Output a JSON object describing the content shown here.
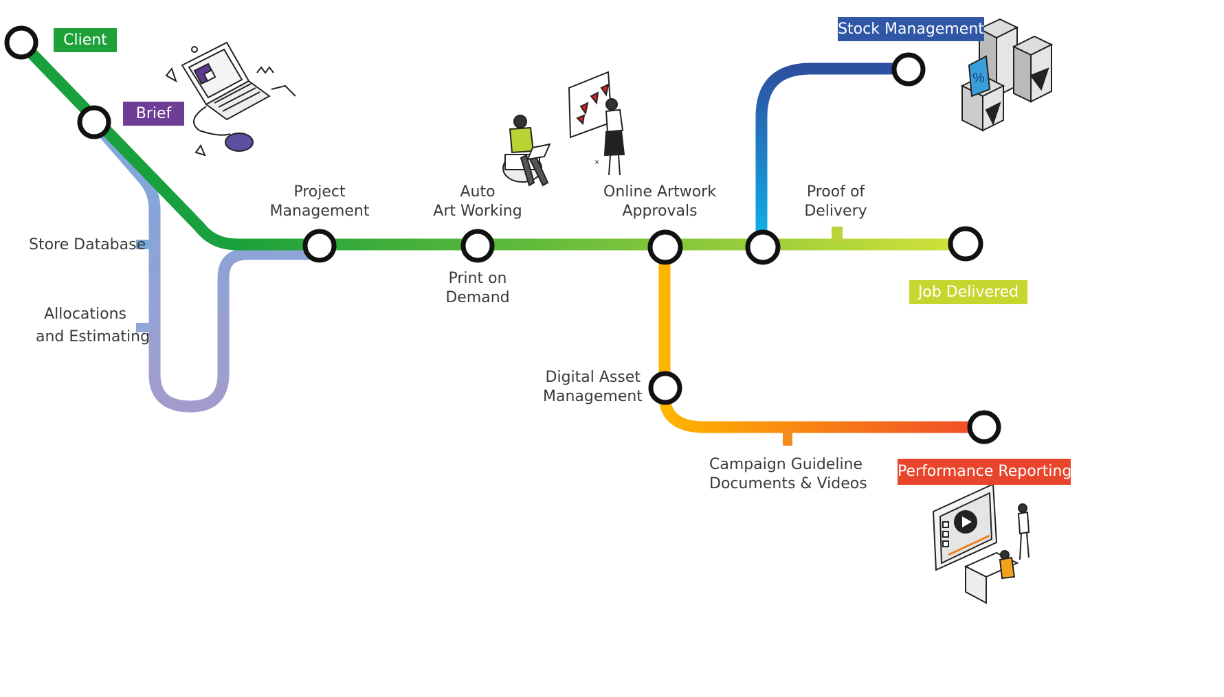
{
  "tags": {
    "client": "Client",
    "brief": "Brief",
    "stock_management": "Stock Management",
    "job_delivered": "Job Delivered",
    "performance_reporting": "Performance Reporting"
  },
  "stations": {
    "store_database": "Store Database",
    "allocations": "Allocations\nand Estimating",
    "project_management": "Project\nManagement",
    "auto_art_working": "Auto\nArt Working",
    "print_on_demand": "Print on\nDemand",
    "online_artwork_approvals": "Online Artwork\nApprovals",
    "proof_of_delivery": "Proof of\nDelivery",
    "digital_asset_management": "Digital Asset\nManagement",
    "campaign_guideline": "Campaign Guideline\nDocuments & Videos"
  },
  "colors": {
    "client": "#1fa13a",
    "brief": "#6e3d96",
    "stock_management": "#2f57a6",
    "job_delivered": "#c7d62f",
    "performance_reporting": "#e8452c",
    "main_line_start": "#17a03b",
    "main_line_end": "#d8e33a",
    "store_branch": "#7ba7d9",
    "stock_branch_top": "#2d4f9f",
    "stock_branch_bottom": "#0fb0ea",
    "asset_branch_top": "#ffb400",
    "asset_branch_end": "#f04a2a"
  },
  "icons": [
    "laptop-illustration",
    "person-laptop-illustration",
    "artwork-board-illustration",
    "stock-boxes-illustration",
    "video-reporting-illustration"
  ]
}
